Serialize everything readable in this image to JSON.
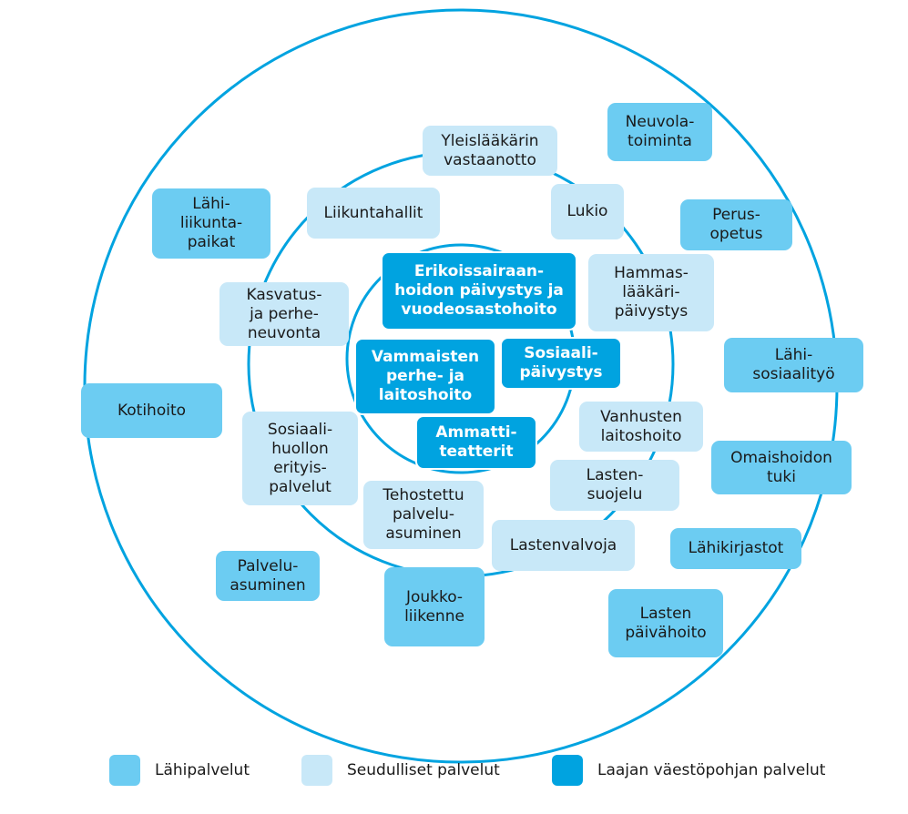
{
  "colors": {
    "lahipalvelut": "#6cccf2",
    "seudulliset": "#c8e8f8",
    "laaja": "#00a3e0",
    "ring": "#00a3e0"
  },
  "boxes": {
    "yleislaakari": "Yleislääkärin\nvastaanotto",
    "neuvola": "Neuvola-\ntoiminta",
    "lahiliikunta": "Lähi-\nliikunta-\npaikat",
    "liikuntahallit": "Liikuntahallit",
    "lukio": "Lukio",
    "perusopetus": "Perus-\nopetus",
    "erikoissairaanhoito": "Erikoissairaan-\nhoidon päivystys ja\nvuodeosastohoito",
    "hammaslaakari": "Hammas-\nlääkäri-\npäivystys",
    "kasvatus": "Kasvatus-\nja perhe-\nneuvonta",
    "vammaisten": "Vammaisten\nperhe- ja\nlaitoshoito",
    "sosiaalipaivystys": "Sosiaali-\npäivystys",
    "lahisosiaalityo": "Lähi-\nsosiaalityö",
    "kotihoito": "Kotihoito",
    "sosiaalihuolto": "Sosiaali-\nhuollon\nerityis-\npalvelut",
    "ammattiteatterit": "Ammatti-\nteatterit",
    "vanhusten": "Vanhusten\nlaitoshoito",
    "omaishoidon": "Omaishoidon\ntuki",
    "lastensuojelu": "Lasten-\nsuojelu",
    "tehostettu": "Tehostettu\npalvelu-\nasuminen",
    "lastenvalvoja": "Lastenvalvoja",
    "lahikirjastot": "Lähikirjastot",
    "palveluasuminen": "Palvelu-\nasuminen",
    "joukkoliikenne": "Joukko-\nliikenne",
    "lastenpaivahoito": "Lasten\npäivähoito"
  },
  "legend": {
    "lahipalvelut": "Lähipalvelut",
    "seudulliset": "Seudulliset palvelut",
    "laaja": "Laajan väestöpohjan palvelut"
  }
}
